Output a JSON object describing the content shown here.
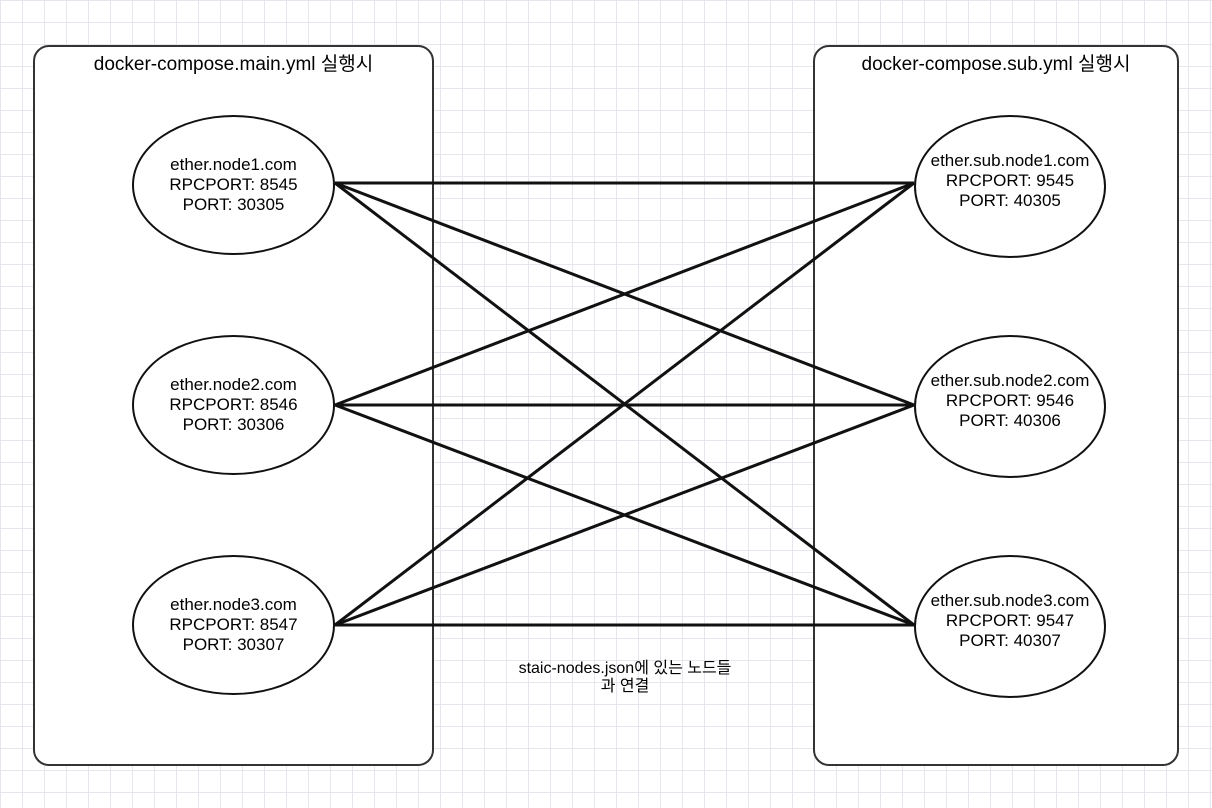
{
  "groups": {
    "main": {
      "title": "docker-compose.main.yml 실행시"
    },
    "sub": {
      "title": "docker-compose.sub.yml 실행시"
    }
  },
  "nodes": {
    "main": [
      {
        "host": "ether.node1.com",
        "rpc": "RPCPORT: 8545",
        "port": "PORT: 30305"
      },
      {
        "host": "ether.node2.com",
        "rpc": "RPCPORT: 8546",
        "port": "PORT: 30306"
      },
      {
        "host": "ether.node3.com",
        "rpc": "RPCPORT: 8547",
        "port": "PORT: 30307"
      }
    ],
    "sub": [
      {
        "host": "ether.sub.node1.com",
        "rpc": "RPCPORT: 9545",
        "port": "PORT: 40305"
      },
      {
        "host": "ether.sub.node2.com",
        "rpc": "RPCPORT: 9546",
        "port": "PORT: 40306"
      },
      {
        "host": "ether.sub.node3.com",
        "rpc": "RPCPORT: 9547",
        "port": "PORT: 40307"
      }
    ]
  },
  "annotation": {
    "line1": "staic-nodes.json에 있는 노드들",
    "line2": "과 연결"
  },
  "connections": "all-to-all"
}
